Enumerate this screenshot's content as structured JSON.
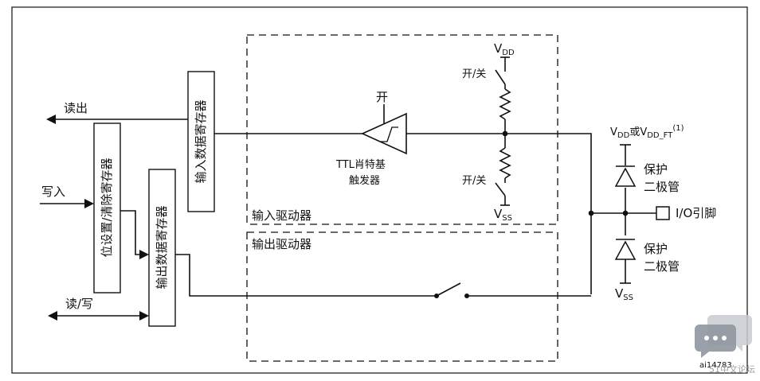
{
  "diagram": {
    "blocks": {
      "input_data_register": "输入数据寄存器",
      "bit_set_reset_register": "位设置/清除寄存器",
      "output_data_register": "输出数据寄存器"
    },
    "signals": {
      "read_out": "读出",
      "write_in": "写入",
      "read_write": "读/写"
    },
    "input_driver": {
      "label": "输入驱动器",
      "on_label": "开",
      "schmitt_trigger_line1": "TTL肖特基",
      "schmitt_trigger_line2": "触发器",
      "switch_top": "开/关",
      "switch_bottom": "开/关",
      "vdd": "V",
      "vdd_sub": "DD",
      "vss": "V",
      "vss_sub": "SS"
    },
    "output_driver": {
      "label": "输出驱动器"
    },
    "protection": {
      "supply_v1": "V",
      "supply_sub1": "DD",
      "supply_or": "或V",
      "supply_sub2": "DD_FT",
      "supply_note": "(1)",
      "diode_top_line1": "保护",
      "diode_top_line2": "二极管",
      "diode_bottom_line1": "保护",
      "diode_bottom_line2": "二极管",
      "vss": "V",
      "vss_sub": "SS",
      "pin_label": "I/O引脚"
    },
    "figure_id": "ai14783"
  },
  "watermark": {
    "icon": "chat-bubble-icon",
    "text": "51中文论坛"
  }
}
